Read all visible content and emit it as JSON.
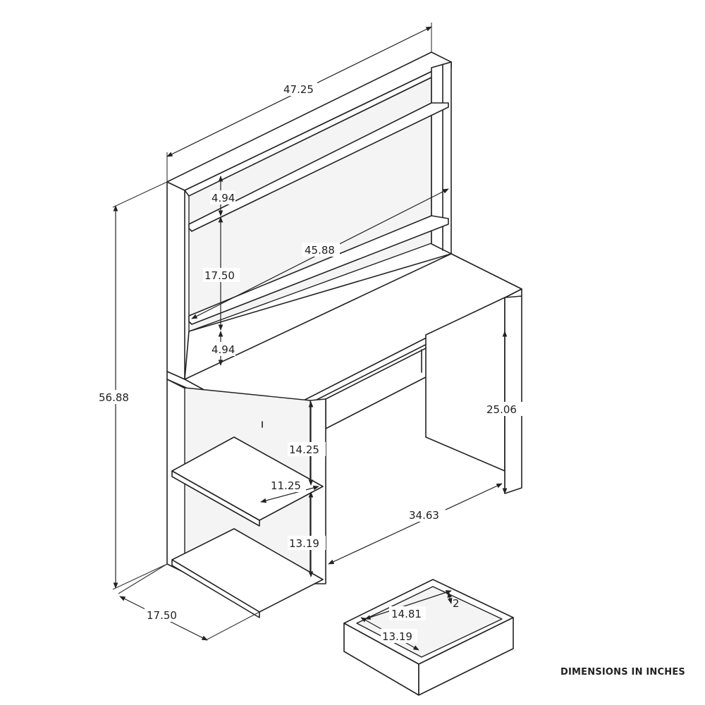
{
  "dimensions": {
    "hutch_width": "47.25",
    "total_height": "56.88",
    "shelf_top_gap": "4.94",
    "hutch_inner_width": "45.88",
    "hutch_middle_gap": "17.50",
    "shelf_bottom_gap": "4.94",
    "desk_leg_height": "25.06",
    "upper_shelf_height": "14.25",
    "shelf_depth": "11.25",
    "desk_knee_width": "34.63",
    "lower_shelf_height": "13.19",
    "desk_depth": "17.50",
    "drawer_width": "14.81",
    "drawer_depth": "13.19",
    "drawer_height": "2"
  },
  "caption": "DIMENSIONS IN INCHES"
}
